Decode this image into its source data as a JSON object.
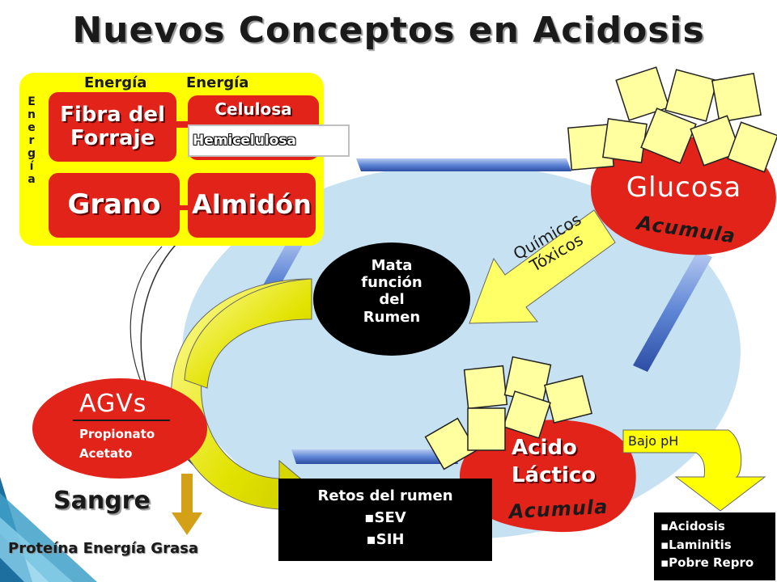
{
  "title": "Nuevos Conceptos en Acidosis",
  "energy_box": {
    "top_label_left": "Energía",
    "top_label_right": "Energía",
    "vertical_label": [
      "E",
      "n",
      "e",
      "r",
      "g",
      "í",
      "a"
    ],
    "fibra": "Fibra del Forraje",
    "celulosa": "Celulosa",
    "hemicelulosa": "Hemicelulosa",
    "grano": "Grano",
    "almidon": "Almidón"
  },
  "glucosa": {
    "label": "Glucosa",
    "acumula": "Acumula"
  },
  "quimicos": {
    "line1": "Químicos",
    "line2": "Tóxicos"
  },
  "mata": {
    "lines": [
      "Mata",
      "función",
      "del",
      "Rumen"
    ]
  },
  "agvs": {
    "title": "AGVs",
    "line1": "Propionato",
    "line2": "Acetato"
  },
  "sangre": "Sangre",
  "proteina": "Proteína Energía Grasa",
  "acido": {
    "line1": "Acido",
    "line2": "Láctico",
    "acumula": "Acumula"
  },
  "bajo_ph": "Bajo pH",
  "retos": {
    "title": "Retos del rumen",
    "items": [
      "SEV",
      "SIH"
    ]
  },
  "outcomes": [
    "Acidosis",
    "Laminitis",
    "Pobre Repro"
  ],
  "colors": {
    "yellow": "#ffff00",
    "red": "#e2231a",
    "rumen": "#c6e2f2",
    "blue_bar": "#5f86d6",
    "arrow_gold": "#d4a017"
  }
}
